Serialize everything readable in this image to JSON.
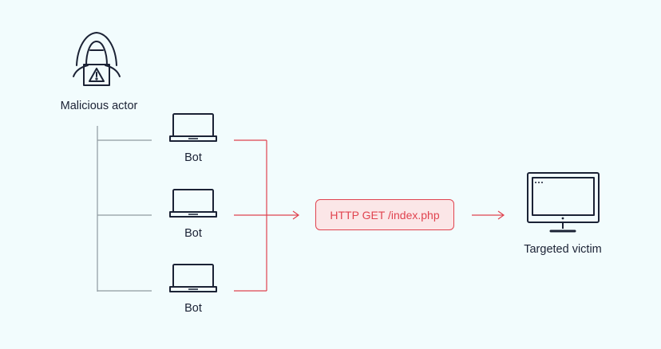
{
  "actor": {
    "label": "Malicious actor",
    "icon": "hooded-hacker-icon"
  },
  "bots": [
    {
      "label": "Bot",
      "icon": "laptop-icon"
    },
    {
      "label": "Bot",
      "icon": "laptop-icon"
    },
    {
      "label": "Bot",
      "icon": "laptop-icon"
    }
  ],
  "request": {
    "label": "HTTP GET /index.php"
  },
  "victim": {
    "label": "Targeted victim",
    "icon": "monitor-icon"
  },
  "colors": {
    "background": "#f2fcfd",
    "icon_stroke": "#1b2235",
    "gray_connector": "#8e9aa0",
    "accent_red": "#e0434f",
    "request_fill": "#fbe6e7"
  }
}
